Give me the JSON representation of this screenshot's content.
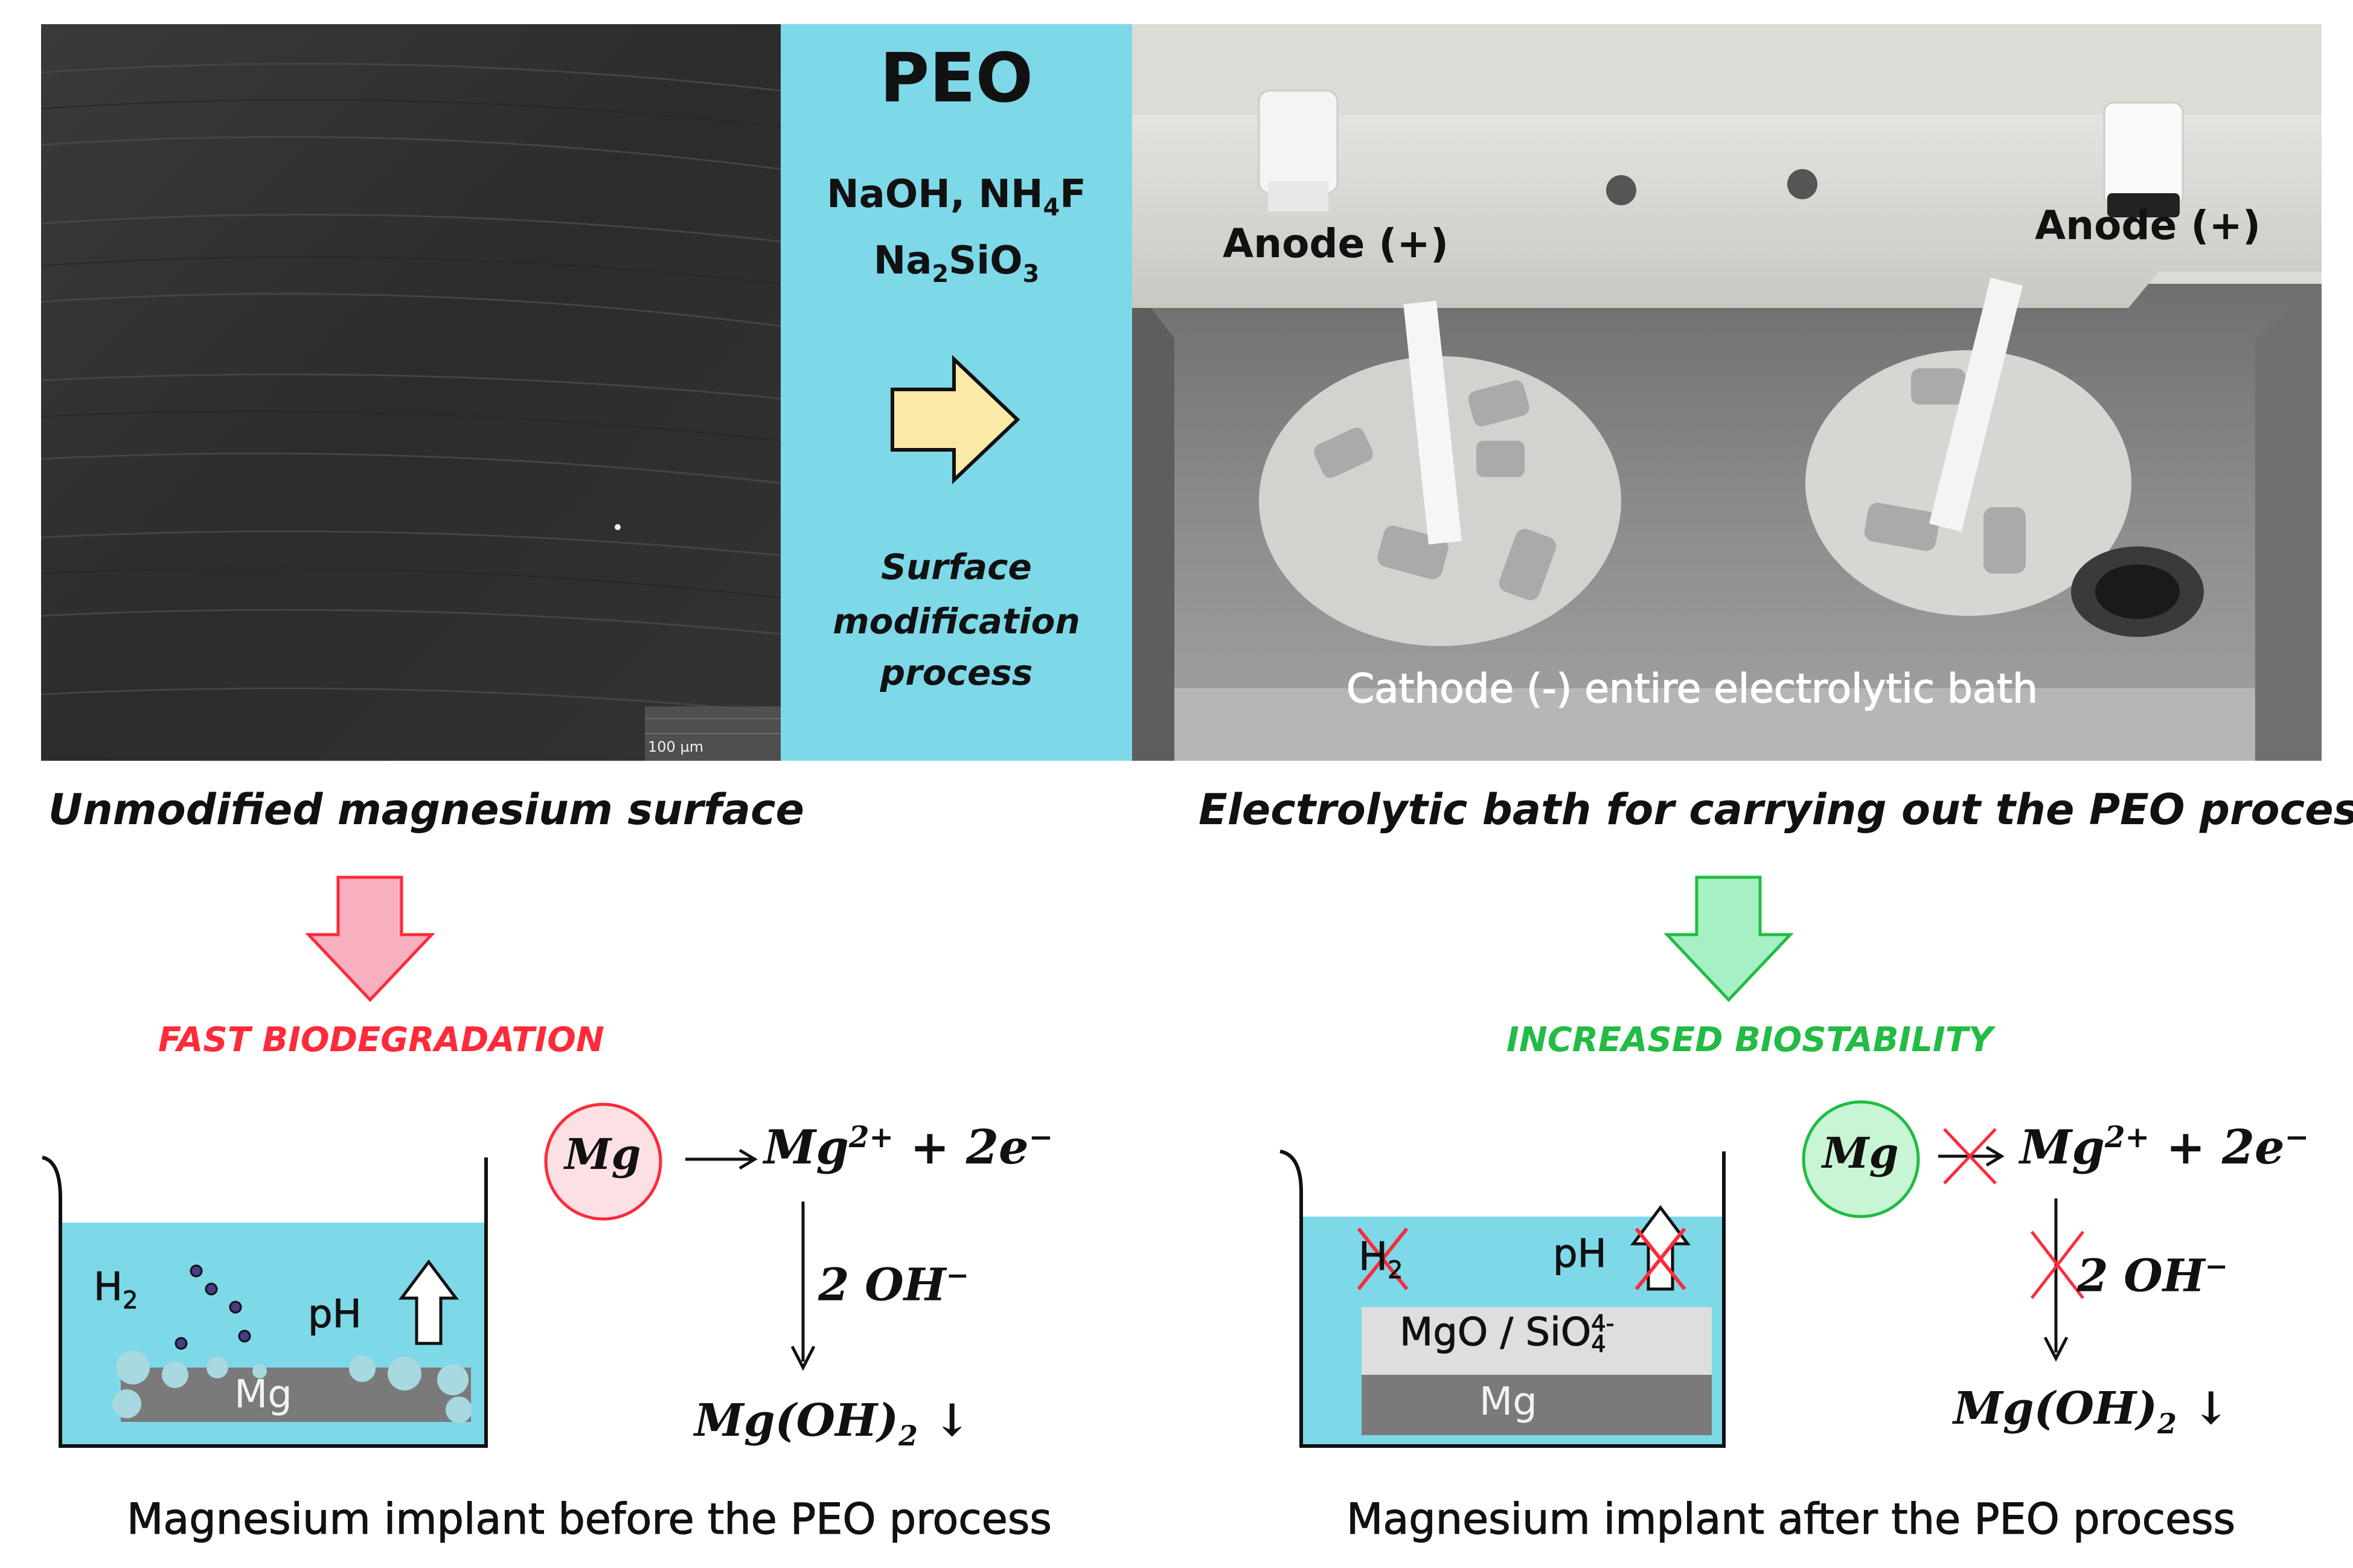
{
  "sem": {
    "scale_bar": "100 µm",
    "caption": "Unmodified magnesium surface"
  },
  "process": {
    "title": "PEO",
    "chem1": "NaOH, NH",
    "chem1_sub": "4",
    "chem1_tail": "F",
    "chem2": "Na",
    "chem2_sub1": "2",
    "chem2_mid": "SiO",
    "chem2_sub2": "3",
    "desc1": "Surface",
    "desc2": "modification",
    "desc3": "process"
  },
  "bath": {
    "anode_left": "Anode (+)",
    "anode_right": "Anode (+)",
    "cathode": "Cathode (-)  entire electrolytic bath",
    "caption": "Electrolytic bath for carrying out the PEO process"
  },
  "left_result": {
    "status": "FAST BIODEGRADATION",
    "status_color": "#ff2a3a",
    "beaker_h2": "H",
    "beaker_h2_sub": "2",
    "beaker_ph": "pH",
    "beaker_mg": "Mg",
    "eq_mg": "Mg",
    "eq_product": "Mg",
    "eq_product_sup": "2+",
    "eq_plus": "+ 2e",
    "eq_plus_sup": "−",
    "eq_oh": "2 OH",
    "eq_oh_sup": "−",
    "eq_hydroxide": "Mg(OH)",
    "eq_hydroxide_sub": "2",
    "eq_down": "↓",
    "caption": "Magnesium implant before the PEO process"
  },
  "right_result": {
    "status": "INCREASED BIOSTABILITY",
    "status_color": "#22bb44",
    "beaker_h2": "H",
    "beaker_h2_sub": "2",
    "beaker_ph": "pH",
    "beaker_coat": "MgO / SiO",
    "beaker_coat_sub": "4",
    "beaker_coat_sup": "4-",
    "beaker_mg": "Mg",
    "eq_mg": "Mg",
    "eq_product": "Mg",
    "eq_product_sup": "2+",
    "eq_plus": "+ 2e",
    "eq_plus_sup": "−",
    "eq_oh": "2 OH",
    "eq_oh_sup": "−",
    "eq_hydroxide": "Mg(OH)",
    "eq_hydroxide_sub": "2",
    "eq_down": "↓",
    "caption": "Magnesium implant after the PEO process"
  }
}
